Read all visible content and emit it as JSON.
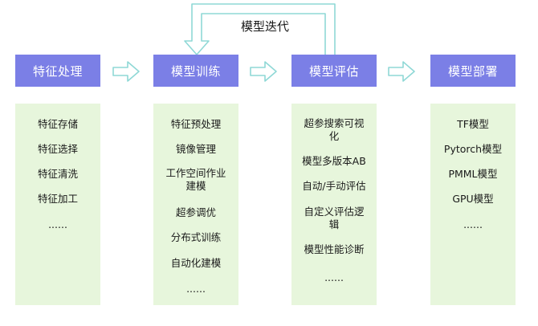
{
  "loop_label": "模型迭代",
  "stages": [
    {
      "title": "特征处理",
      "items": [
        "特征存储",
        "特征选择",
        "特征清洗",
        "特征加工",
        "......"
      ]
    },
    {
      "title": "模型训练",
      "items": [
        "特征预处理",
        "镜像管理",
        "工作空间作业建模",
        "超参调优",
        "分布式训练",
        "自动化建模",
        "......"
      ]
    },
    {
      "title": "模型评估",
      "items": [
        "超参搜索可视化",
        "模型多版本AB",
        "自动/手动评估",
        "自定义评估逻辑",
        "模型性能诊断",
        "......"
      ]
    },
    {
      "title": "模型部署",
      "items": [
        "TF模型",
        "Pytorch模型",
        "PMML模型",
        "GPU模型",
        "......"
      ]
    }
  ],
  "colors": {
    "header": "#7b7fe6",
    "column": "#e7f6dc",
    "arrow_stroke": "#8fd8d6",
    "arrow_fill": "#ffffff"
  }
}
